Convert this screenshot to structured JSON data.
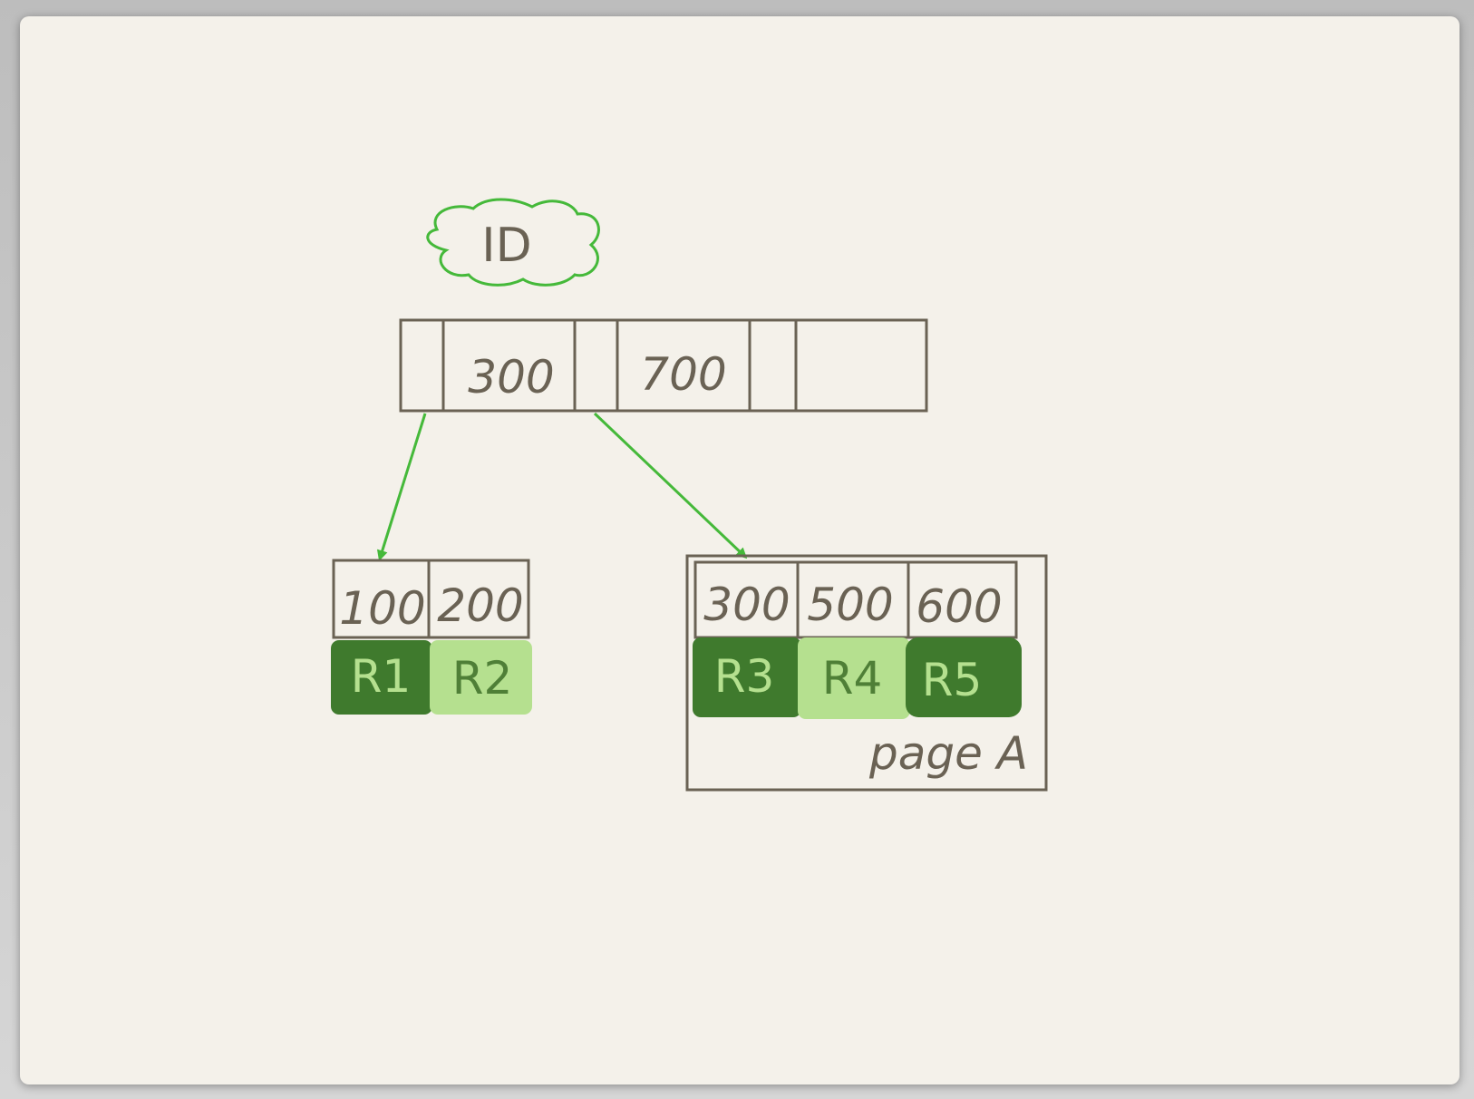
{
  "diagram": {
    "title": "ID",
    "root": {
      "keys": [
        "300",
        "700"
      ]
    },
    "leaves": [
      {
        "keys": [
          "100",
          "200"
        ],
        "records": [
          {
            "label": "R1",
            "shade": "dark"
          },
          {
            "label": "R2",
            "shade": "light"
          }
        ]
      },
      {
        "keys": [
          "300",
          "500",
          "600"
        ],
        "records": [
          {
            "label": "R3",
            "shade": "dark"
          },
          {
            "label": "R4",
            "shade": "light"
          },
          {
            "label": "R5",
            "shade": "dark"
          }
        ],
        "page_label": "page A"
      }
    ]
  },
  "colors": {
    "background": "#f4f1ea",
    "outline": "#6a6254",
    "arrow": "#45b93a",
    "cloud": "#45b93a",
    "record_dark": "#3f7a2d",
    "record_light": "#b5e08f"
  }
}
